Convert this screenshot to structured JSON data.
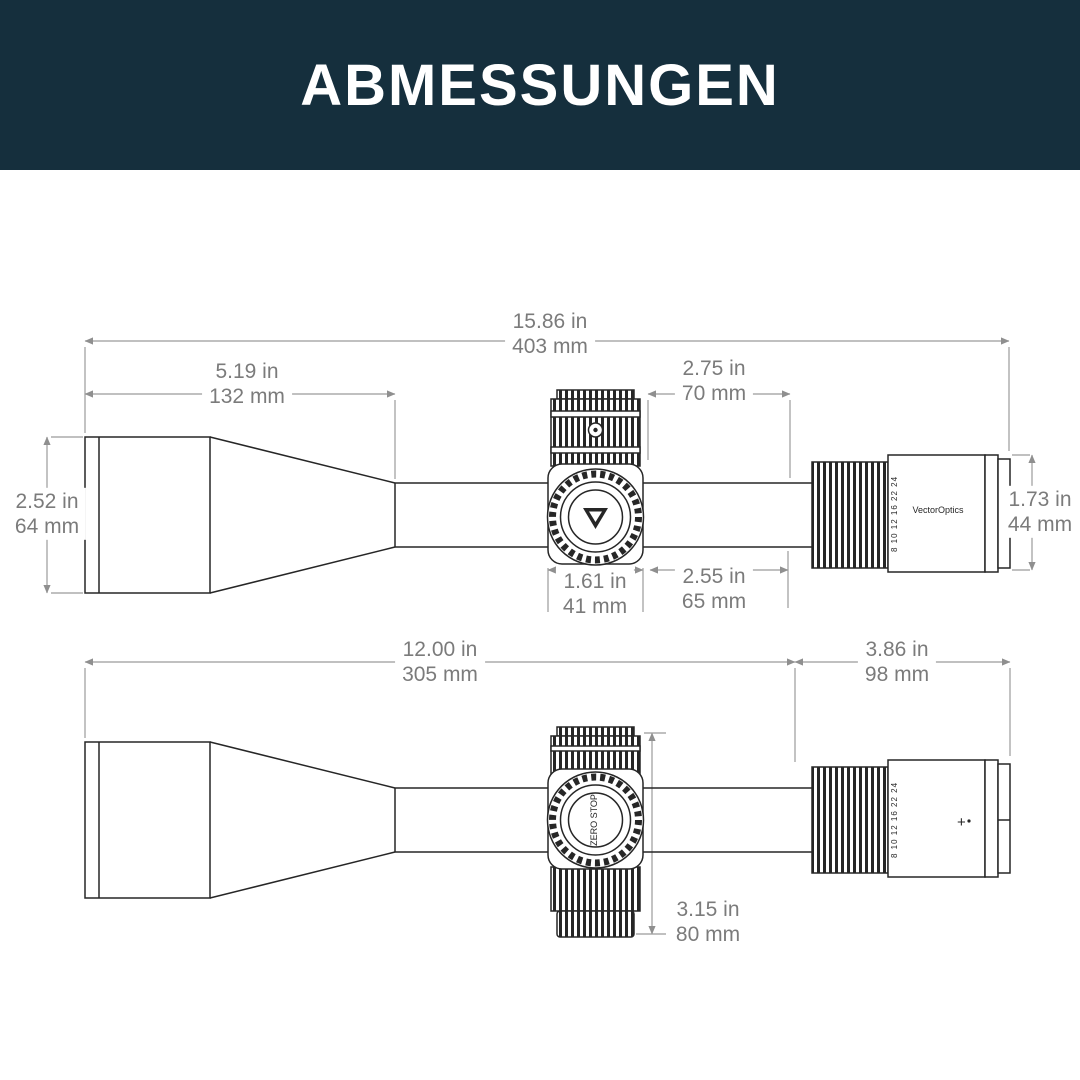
{
  "header": {
    "title": "ABMESSUNGEN",
    "bg_color": "#152f3d"
  },
  "colors": {
    "dimension_lines": "#9b9b9b",
    "dimension_text": "#7b7b7b",
    "drawing_lines": "#262626"
  },
  "scope_labels": {
    "brand": "VectorOptics",
    "zero_stop": "ZERO STOP",
    "magnification": "8 10 12 16 22 24",
    "illumination": "+"
  },
  "top_view": {
    "dims": {
      "overall_length": {
        "in": "15.86 in",
        "mm": "403 mm"
      },
      "objective_length": {
        "in": "5.19 in",
        "mm": "132 mm"
      },
      "saddle_to_eye_length": {
        "in": "2.75 in",
        "mm": "70 mm"
      },
      "objective_diameter": {
        "in": "2.52 in",
        "mm": "64 mm"
      },
      "turret_width": {
        "in": "1.61 in",
        "mm": "41 mm"
      },
      "eyepiece_length": {
        "in": "2.55 in",
        "mm": "65 mm"
      },
      "eyepiece_diameter": {
        "in": "1.73 in",
        "mm": "44 mm"
      }
    }
  },
  "bottom_view": {
    "dims": {
      "mount_length": {
        "in": "12.00 in",
        "mm": "305 mm"
      },
      "eyepiece_assembly_length": {
        "in": "3.86 in",
        "mm": "98 mm"
      },
      "turret_height": {
        "in": "3.15 in",
        "mm": "80 mm"
      }
    }
  }
}
